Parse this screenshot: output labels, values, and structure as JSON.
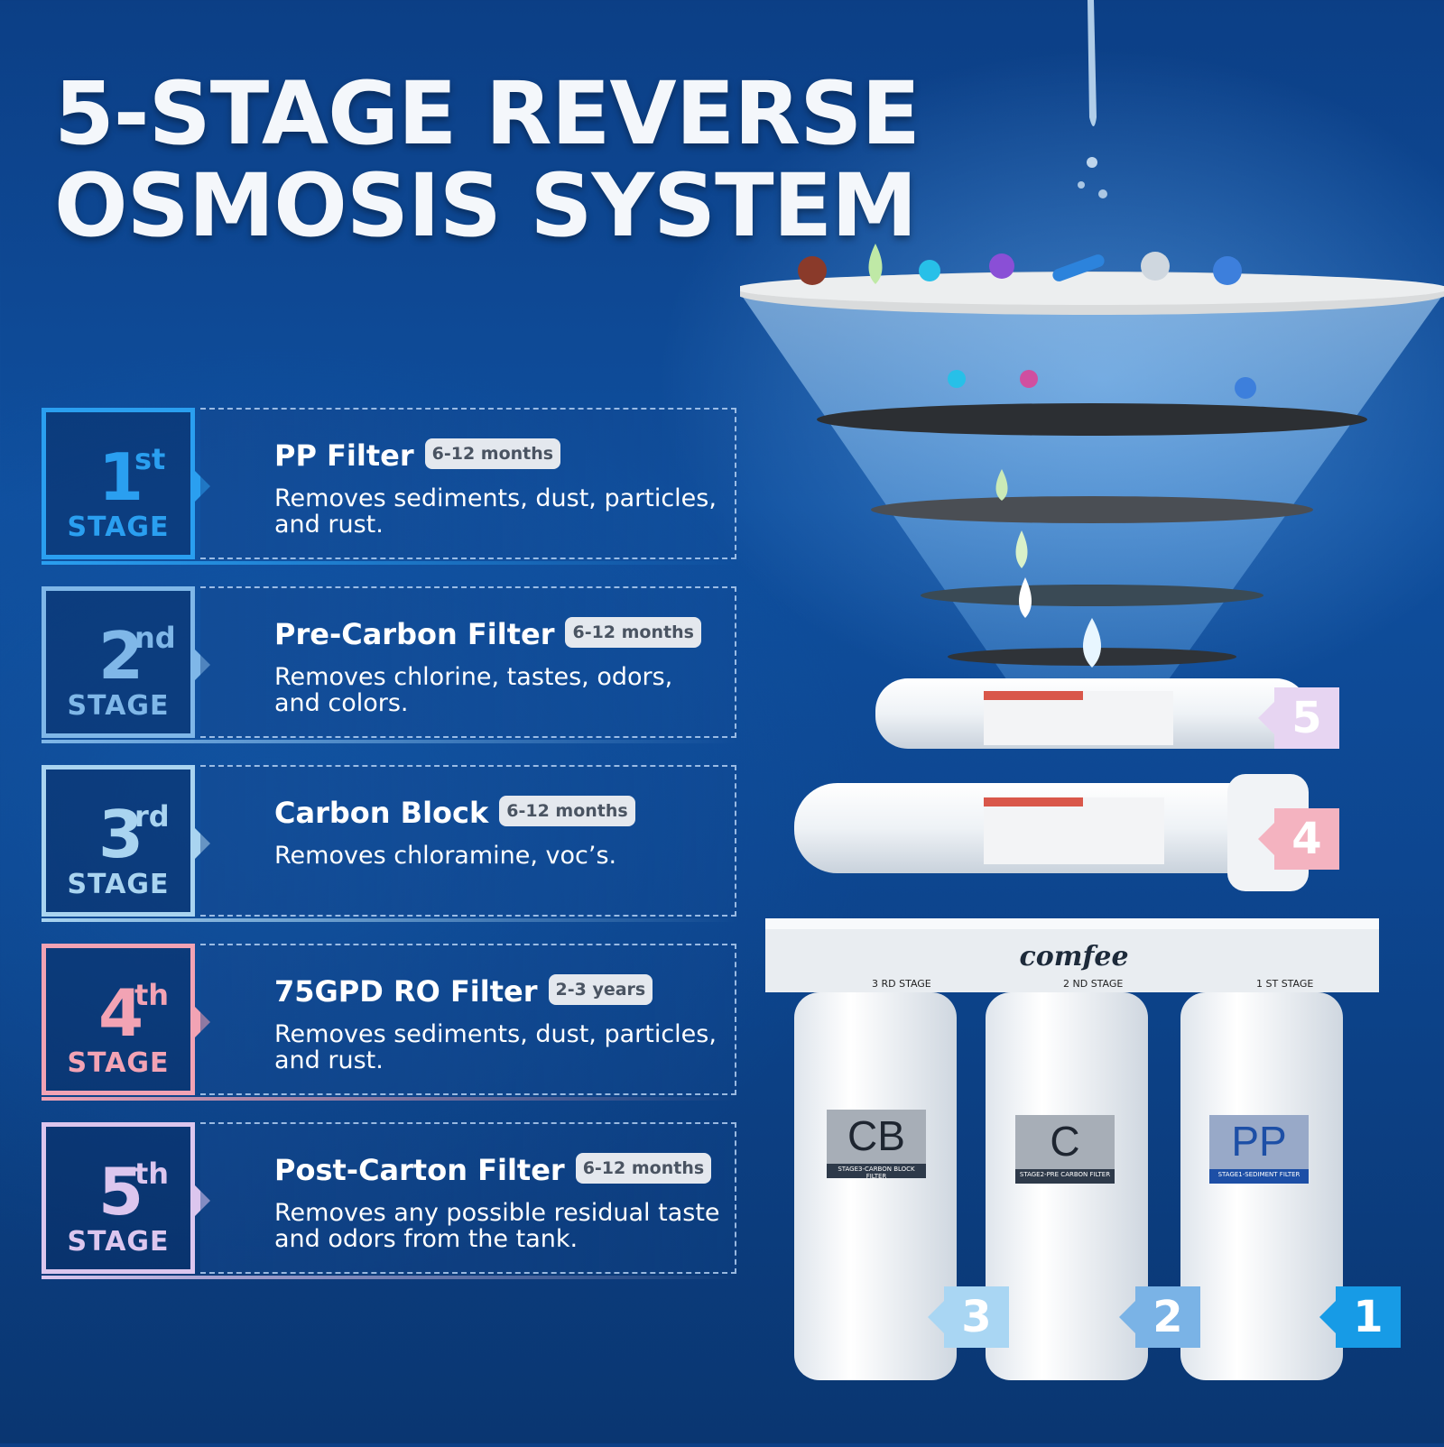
{
  "title": {
    "line1": "5-STAGE REVERSE",
    "line2": "OSMOSIS SYSTEM"
  },
  "stages": [
    {
      "number": "1",
      "suffix": "st",
      "word": "STAGE",
      "color": "#2a9ff0",
      "name": "PP Filter",
      "duration": "6-12 months",
      "description": "Removes  sediments, dust, particles, and rust."
    },
    {
      "number": "2",
      "suffix": "nd",
      "word": "STAGE",
      "color": "#7fb7e8",
      "name": "Pre-Carbon Filter",
      "duration": "6-12 months",
      "description": "Removes chlorine, tastes, odors, and colors."
    },
    {
      "number": "3",
      "suffix": "rd",
      "word": "STAGE",
      "color": "#a9d4f0",
      "name": "Carbon Block",
      "duration": "6-12 months",
      "description": "Removes chloramine, voc’s."
    },
    {
      "number": "4",
      "suffix": "th",
      "word": "STAGE",
      "color": "#f2a3b4",
      "name": "75GPD  RO Filter",
      "duration": "2-3 years",
      "description": "Removes  sediments, dust, particles, and rust."
    },
    {
      "number": "5",
      "suffix": "th",
      "word": "STAGE",
      "color": "#dcc6ee",
      "name": "Post-Carton Filter",
      "duration": "6-12 months",
      "description": "Removes any possible residual taste and odors from the tank."
    }
  ],
  "product": {
    "brand": "comfee",
    "stage_labels": [
      "3 RD STAGE",
      "2 ND STAGE",
      "1 ST STAGE"
    ],
    "cartridge_codes": [
      "CB",
      "C",
      "PP"
    ],
    "cartridge_labels": [
      "STAGE3-CARBON BLOCK FILTER",
      "STAGE2-PRE CARBON FILTER",
      "STAGE1-SEDIMENT FILTER"
    ],
    "tags": [
      {
        "text": "5",
        "color": "#e7d5f2"
      },
      {
        "text": "4",
        "color": "#f4b3c0"
      },
      {
        "text": "3",
        "color": "#a9d6f3"
      },
      {
        "text": "2",
        "color": "#7ab3e6"
      },
      {
        "text": "1",
        "color": "#179be6"
      }
    ]
  }
}
